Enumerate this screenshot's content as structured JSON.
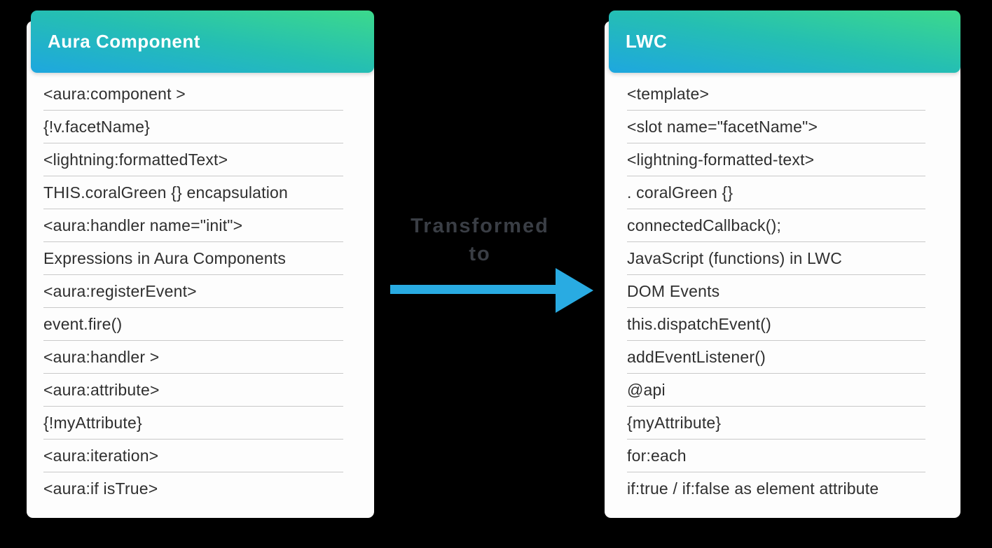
{
  "left_card": {
    "title": "Aura Component",
    "items": [
      "<aura:component >",
      "{!v.facetName}",
      "<lightning:formattedText>",
      "THIS.coralGreen {} encapsulation",
      "<aura:handler name=\"init\">",
      "Expressions in Aura Components",
      "<aura:registerEvent>",
      "event.fire()",
      "<aura:handler >",
      "<aura:attribute>",
      "{!myAttribute}",
      "<aura:iteration>",
      "<aura:if isTrue>"
    ]
  },
  "right_card": {
    "title": "LWC",
    "items": [
      "<template>",
      "<slot name=\"facetName\">",
      "<lightning-formatted-text>",
      ". coralGreen {}",
      "connectedCallback();",
      "JavaScript (functions) in LWC",
      "DOM Events",
      "this.dispatchEvent()",
      "addEventListener()",
      "@api",
      "{myAttribute}",
      "for:each",
      "if:true / if:false as element attribute"
    ]
  },
  "transform": {
    "line1": "Transformed",
    "line2": "to"
  },
  "colors": {
    "background": "#000000",
    "card_background": "#fdfdfd",
    "header_gradient_start": "#1ea7df",
    "header_gradient_mid": "#25bfb2",
    "header_gradient_end": "#3cd98c",
    "title_text": "#ffffff",
    "item_text": "#2f2f2f",
    "separator": "#c9c9c9",
    "transform_text": "#3a3e45",
    "arrow": "#29abe2"
  }
}
